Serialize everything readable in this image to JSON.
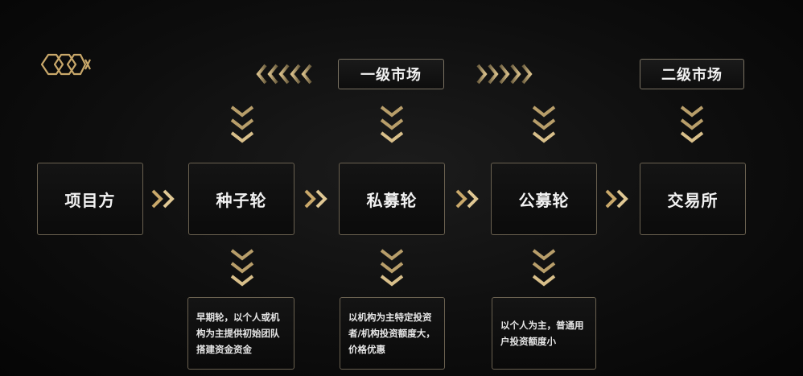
{
  "logo": {
    "icon": "chain-links-logo",
    "color": "#c9a86a"
  },
  "markets": {
    "primary": "一级市场",
    "secondary": "二级市场"
  },
  "stages": [
    {
      "label": "项目方"
    },
    {
      "label": "种子轮"
    },
    {
      "label": "私募轮"
    },
    {
      "label": "公募轮"
    },
    {
      "label": "交易所"
    }
  ],
  "notes": {
    "seed": "早期轮，以个人或机构为主提供初始团队搭建资金资金",
    "private": "以机构为主特定投资者/机构投资额度大，价格优惠",
    "public": "以个人为主，普通用户投资额度小"
  },
  "colors": {
    "accent_gold": "#c9a86a",
    "accent_gold_dark": "#8a7448",
    "border": "#6a6150",
    "background": "#0e0e0e"
  }
}
